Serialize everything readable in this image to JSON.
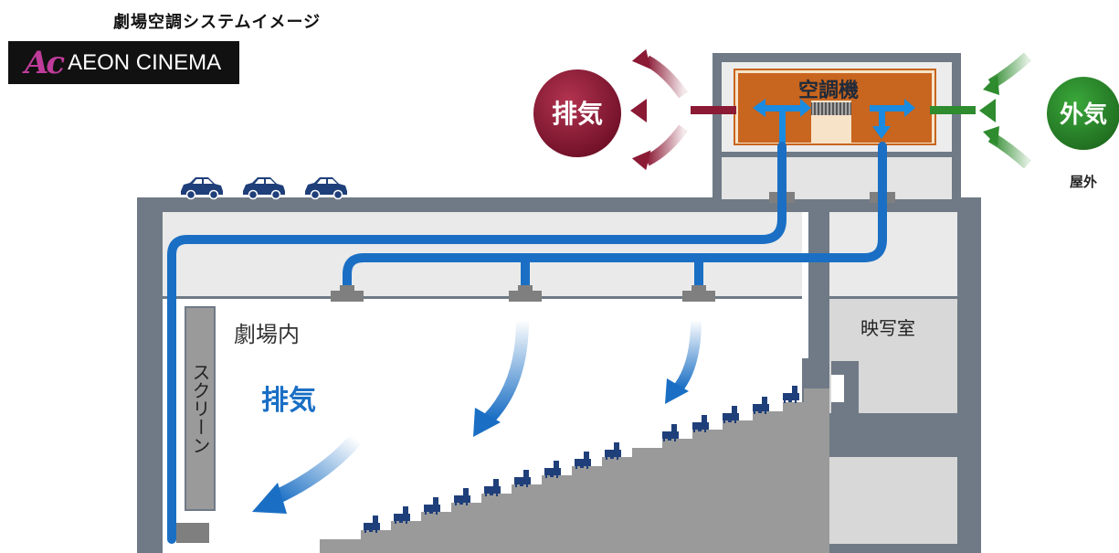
{
  "title": "劇場空調システムイメージ",
  "logo": {
    "mark": "Ac",
    "name": "AEON CINEMA"
  },
  "labels": {
    "exhaust_outside": "排気",
    "outside_air": "外気",
    "outdoors": "屋外",
    "ac_unit": "空調機",
    "theater_inside": "劇場内",
    "exhaust_inside": "排気",
    "screen": "スクリーン",
    "projection_room": "映写室"
  },
  "colors": {
    "duct_blue": "#1a6fc4",
    "exhaust_red": "#8b1a35",
    "outside_green": "#2e8b2e",
    "ac_orange": "#c8651e",
    "building_gray": "#6f7a86",
    "floor_gray": "#9a9a9a",
    "seat_navy": "#1f3f7a"
  },
  "icons": {
    "car": "car-icon",
    "seat": "seat-icon"
  }
}
